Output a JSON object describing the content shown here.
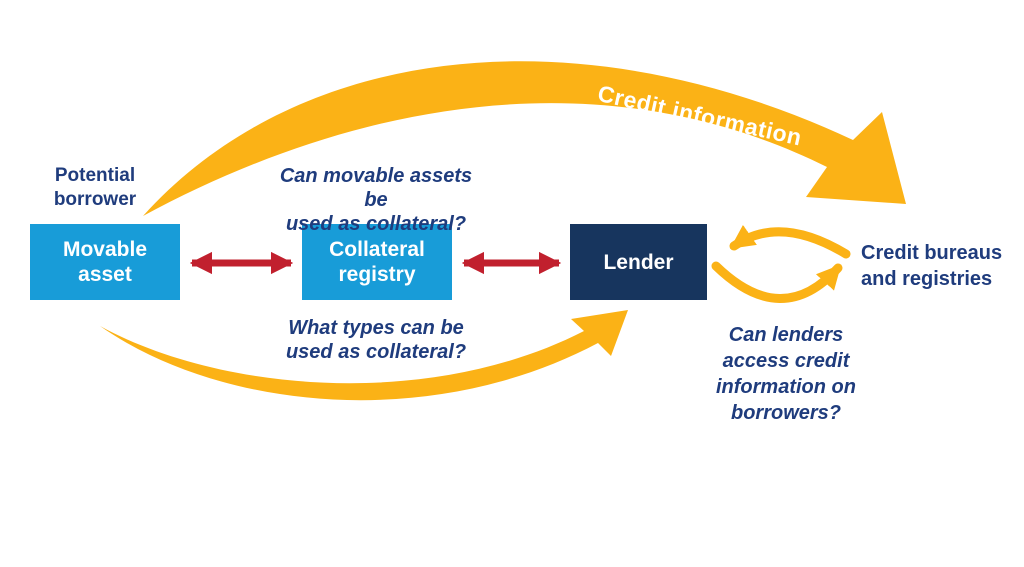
{
  "figure": {
    "description": "Collateral registry and credit information flow diagram"
  },
  "colors": {
    "arrow_yellow": "#FBB216",
    "red_arrow": "#C1202E",
    "box_light_blue": "#189CD8",
    "box_navy": "#17355E",
    "text_navy": "#1F3C7D",
    "label_white": "#FFFFFF"
  },
  "nodes": {
    "movable_asset": {
      "lines": [
        "Movable",
        "asset"
      ]
    },
    "collateral_registry": {
      "lines": [
        "Collateral",
        "registry"
      ]
    },
    "lender": {
      "lines": [
        "Lender"
      ]
    }
  },
  "annotations": {
    "potential_borrower": {
      "lines": [
        "Potential",
        "borrower"
      ]
    },
    "q_movable": {
      "lines": [
        "Can movable assets be",
        "used as collateral?"
      ]
    },
    "q_types": {
      "lines": [
        "What types can be",
        "used as collateral?"
      ]
    },
    "q_lenders": {
      "lines": [
        "Can lenders",
        "access credit",
        "information on",
        "borrowers?"
      ]
    },
    "credit_bureaus": {
      "lines": [
        "Credit bureaus",
        "and registries"
      ]
    },
    "credit_information": "Credit information"
  }
}
